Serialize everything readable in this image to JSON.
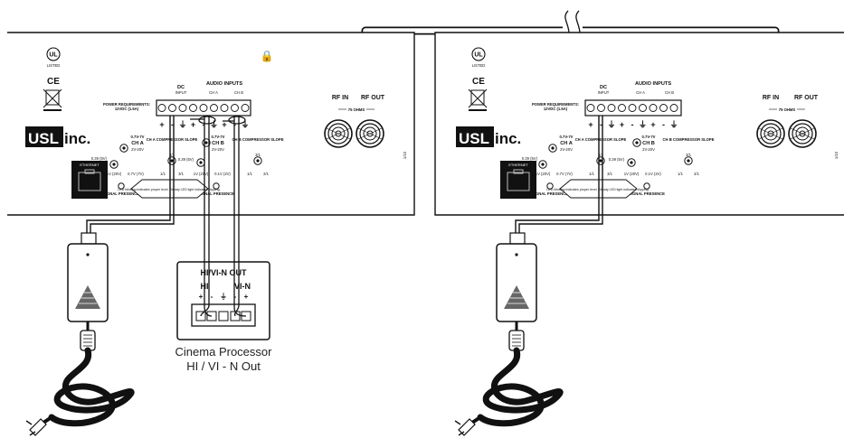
{
  "panels": [
    {
      "cert_ul": "LISTED",
      "ce_mark": "CE",
      "brand": "USL",
      "brand_inc": "inc.",
      "ethernet_label": "ETHERNET",
      "dc_label": "DC",
      "input_label": "INPUT",
      "audio_inputs_label": "AUDIO INPUTS",
      "ch_a_label": "CH A",
      "ch_b_label": "CH B",
      "power_req_line1": "POWER REQUIREMENTS:",
      "power_req_line2": "12VDC (1.5A)",
      "terminal_signs": [
        "+",
        "-",
        "⏚",
        "+",
        "-",
        "⏚",
        "+",
        "-",
        "⏚"
      ],
      "left_channel": "CH A",
      "left_range": "0.7V-7V",
      "left_range2": "2V-20V",
      "left_compressor": "CH A COMPRESSOR SLOPE",
      "left_ratio_1": "2/1",
      "left_ratio_2": "1/1",
      "left_ratio_3": "3/1",
      "left_volts_1": "0.39 (5V)",
      "left_volts_2": "1V (20V)",
      "left_volts_3": "0.7V (7V)",
      "right_channel": "CH B",
      "right_range": "0.7V-7V",
      "right_range2": "2V-20V",
      "right_compressor": "CH B COMPRESSOR SLOPE",
      "right_ratio_1": "3/1",
      "right_ratio_2": "1/1",
      "right_ratio_3": "2/1",
      "right_volts_1": "0.39 (5V)",
      "right_volts_2": "1V (20V)",
      "right_volts_3": "0.1V (2V)",
      "signal_presence": "SIGNAL PRESENCE",
      "led_note": "LED blinking indicates proper level. Steady LED light indicates clipping.",
      "rf_in": "RF IN",
      "rf_out": "RF OUT",
      "ohms": "75 OHMS",
      "side_code": "1/10"
    },
    {
      "cert_ul": "LISTED",
      "ce_mark": "CE",
      "brand": "USL",
      "brand_inc": "inc.",
      "ethernet_label": "ETHERNET",
      "dc_label": "DC",
      "input_label": "INPUT",
      "audio_inputs_label": "AUDIO INPUTS",
      "ch_a_label": "CH A",
      "ch_b_label": "CH B",
      "power_req_line1": "POWER REQUIREMENTS:",
      "power_req_line2": "12VDC (1.5A)",
      "terminal_signs": [
        "+",
        "-",
        "⏚",
        "+",
        "-",
        "⏚",
        "+",
        "-",
        "⏚"
      ],
      "left_channel": "CH A",
      "left_range": "0.7V-7V",
      "left_range2": "2V-20V",
      "left_compressor": "CH A COMPRESSOR SLOPE",
      "left_ratio_1": "2/1",
      "left_ratio_2": "1/1",
      "left_ratio_3": "3/1",
      "left_volts_1": "0.39 (5V)",
      "left_volts_2": "1V (20V)",
      "left_volts_3": "0.7V (7V)",
      "right_channel": "CH B",
      "right_range": "0.7V-7V",
      "right_range2": "2V-20V",
      "right_compressor": "CH B COMPRESSOR SLOPE",
      "right_ratio_1": "3/1",
      "right_ratio_2": "1/1",
      "right_ratio_3": "2/1",
      "right_volts_1": "0.39 (5V)",
      "right_volts_2": "1V (20V)",
      "right_volts_3": "0.1V (2V)",
      "signal_presence": "SIGNAL PRESENCE",
      "led_note": "LED blinking indicates proper level. Steady LED light indicates clipping.",
      "rf_in": "RF IN",
      "rf_out": "RF OUT",
      "ohms": "75 OHMS",
      "side_code": "1/10"
    }
  ],
  "processor": {
    "header": "HI/VI-N OUT",
    "hi": "HI",
    "vin": "VI-N",
    "signs": [
      "+",
      "-",
      "⏚",
      "-",
      "+"
    ],
    "caption_line1": "Cinema Processor",
    "caption_line2": "HI / VI - N Out"
  }
}
